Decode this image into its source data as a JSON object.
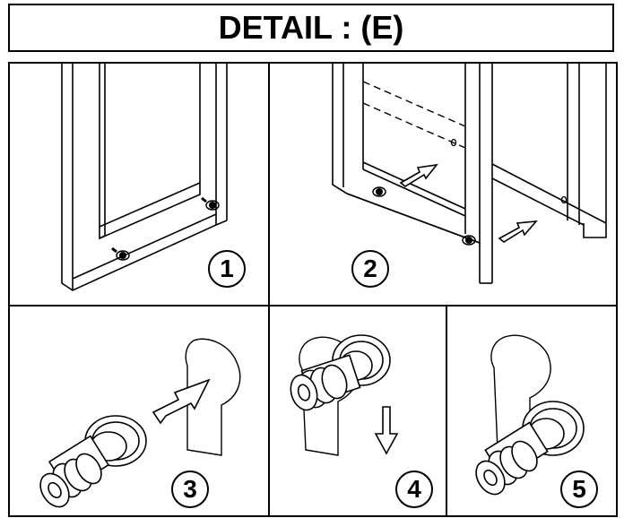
{
  "title": "DETAIL : (E)",
  "steps": [
    "1",
    "2",
    "3",
    "4",
    "5"
  ]
}
